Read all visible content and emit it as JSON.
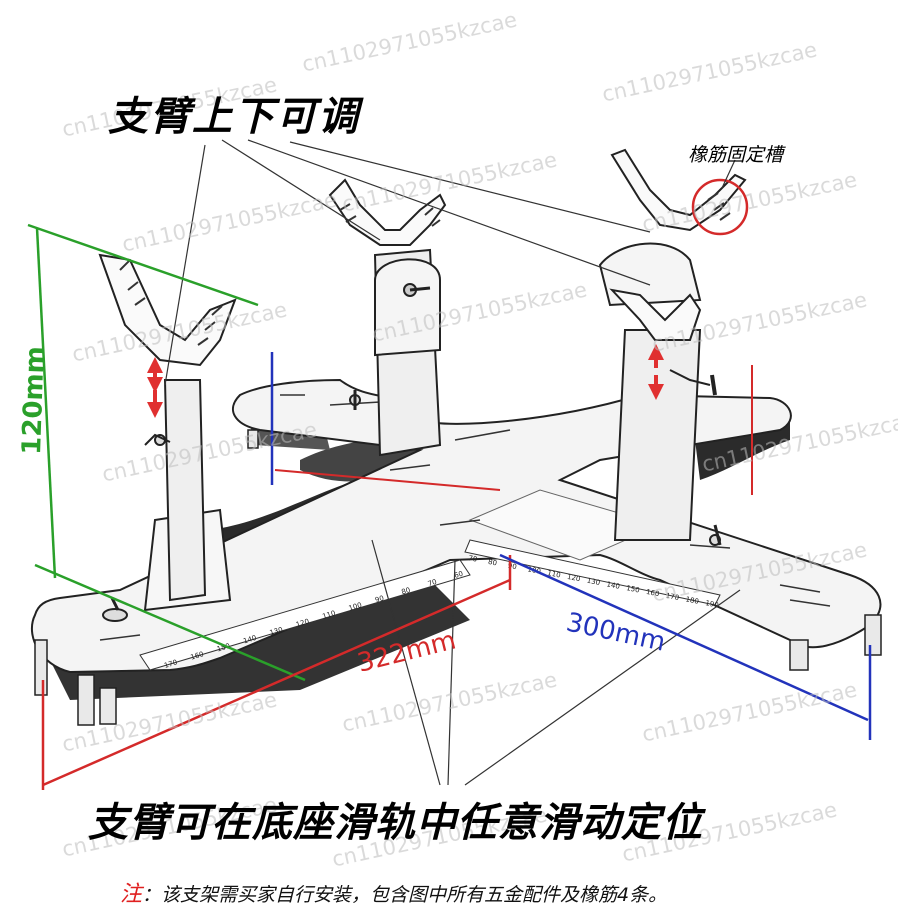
{
  "title_top": "支臂上下可调",
  "groove_label": "橡筋固定槽",
  "dim_height": "120mm",
  "dim_length": "322mm",
  "dim_width": "300mm",
  "title_bottom": "支臂可在底座滑轨中任意滑动定位",
  "note_mark": "注",
  "note_text": "：该支架需买家自行安装，包含图中所有五金配件及橡筋4条。",
  "watermark": "cn1102971055kzcae",
  "ruler_left": [
    "170",
    "160",
    "150",
    "140",
    "130",
    "120",
    "110",
    "100",
    "90",
    "80",
    "70",
    "60"
  ],
  "ruler_right": [
    "70",
    "80",
    "90",
    "100",
    "110",
    "120",
    "130",
    "140",
    "150",
    "160",
    "170",
    "180",
    "190"
  ],
  "colors": {
    "green": "#2aa02a",
    "red": "#d42a2a",
    "blue": "#2233bb",
    "arrow": "#e03030"
  }
}
